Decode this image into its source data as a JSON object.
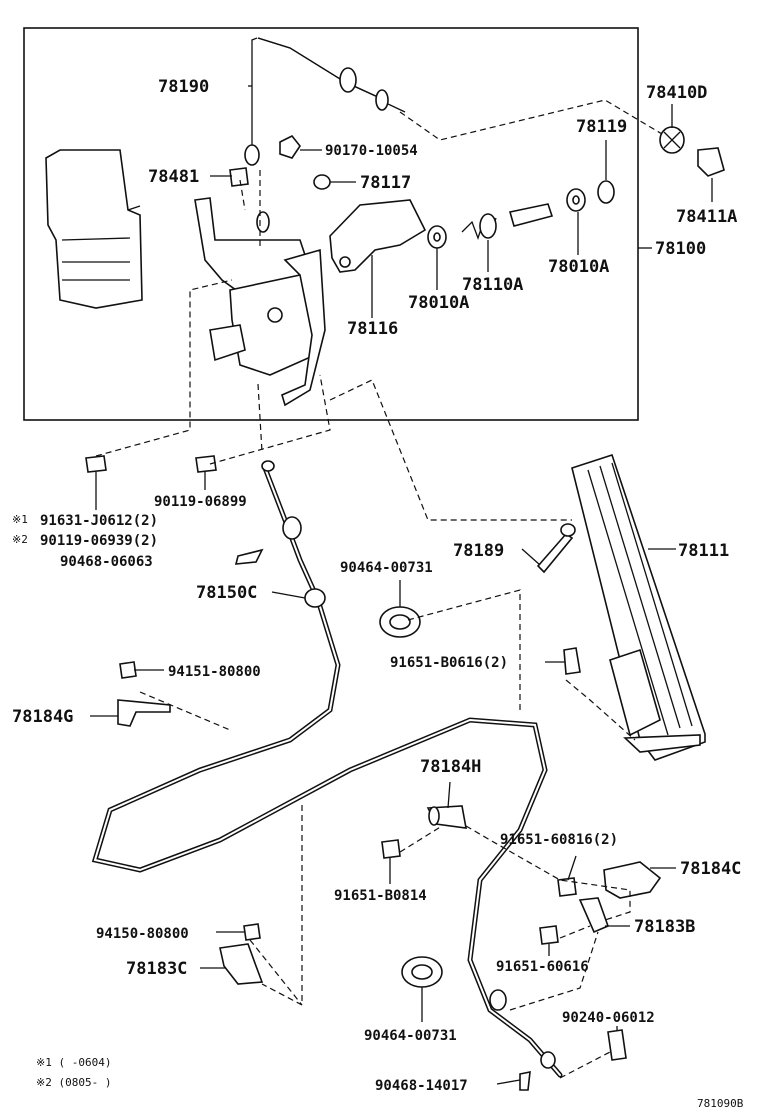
{
  "diagram_id": "781090B",
  "labels": {
    "l78190": "78190",
    "l90170": "90170-10054",
    "l78481": "78481",
    "l78117": "78117",
    "l78410D": "78410D",
    "l78119": "78119",
    "l78411A": "78411A",
    "l78100": "78100",
    "l78110A": "78110A",
    "l78010A_r": "78010A",
    "l78010A_l": "78010A",
    "l78116": "78116",
    "l90119a": "90119-06899",
    "l91631": "91631-J0612(2)",
    "l90119b": "90119-06939(2)",
    "l90468a": "90468-06063",
    "l78189": "78189",
    "l78111": "78111",
    "l90464a": "90464-00731",
    "l78150C": "78150C",
    "l91651a": "91651-B0616(2)",
    "l94151": "94151-80800",
    "l78184G": "78184G",
    "l78184H": "78184H",
    "l91651b": "91651-60816(2)",
    "l91651c": "91651-B0814",
    "l78184C": "78184C",
    "l78183B": "78183B",
    "l94150": "94150-80800",
    "l91651d": "91651-60616",
    "l78183C": "78183C",
    "l90464b": "90464-00731",
    "l90240": "90240-06012",
    "l90468b": "90468-14017"
  },
  "markers": {
    "m1": "※1",
    "m2": "※2"
  },
  "notes": {
    "n1": "※1 (    -0604)",
    "n2": "※2 (0805-    )"
  }
}
